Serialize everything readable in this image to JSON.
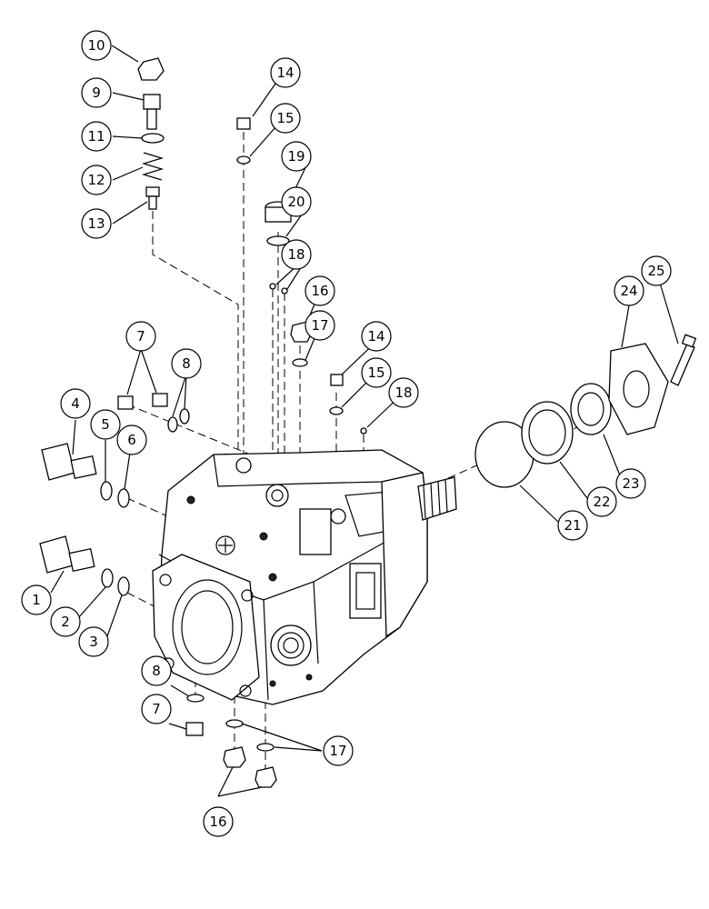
{
  "callouts": [
    {
      "id": "c10",
      "label": "10"
    },
    {
      "id": "c9",
      "label": "9"
    },
    {
      "id": "c11",
      "label": "11"
    },
    {
      "id": "c12",
      "label": "12"
    },
    {
      "id": "c13",
      "label": "13"
    },
    {
      "id": "c14a",
      "label": "14"
    },
    {
      "id": "c15a",
      "label": "15"
    },
    {
      "id": "c19",
      "label": "19"
    },
    {
      "id": "c20",
      "label": "20"
    },
    {
      "id": "c18a",
      "label": "18"
    },
    {
      "id": "c16a",
      "label": "16"
    },
    {
      "id": "c17a",
      "label": "17"
    },
    {
      "id": "c14b",
      "label": "14"
    },
    {
      "id": "c15b",
      "label": "15"
    },
    {
      "id": "c18b",
      "label": "18"
    },
    {
      "id": "c7a",
      "label": "7"
    },
    {
      "id": "c8a",
      "label": "8"
    },
    {
      "id": "c4",
      "label": "4"
    },
    {
      "id": "c5",
      "label": "5"
    },
    {
      "id": "c6",
      "label": "6"
    },
    {
      "id": "c1",
      "label": "1"
    },
    {
      "id": "c2",
      "label": "2"
    },
    {
      "id": "c3",
      "label": "3"
    },
    {
      "id": "c8b",
      "label": "8"
    },
    {
      "id": "c7b",
      "label": "7"
    },
    {
      "id": "c17b",
      "label": "17"
    },
    {
      "id": "c16b",
      "label": "16"
    },
    {
      "id": "c21",
      "label": "21"
    },
    {
      "id": "c22",
      "label": "22"
    },
    {
      "id": "c23",
      "label": "23"
    },
    {
      "id": "c24",
      "label": "24"
    },
    {
      "id": "c25",
      "label": "25"
    }
  ]
}
